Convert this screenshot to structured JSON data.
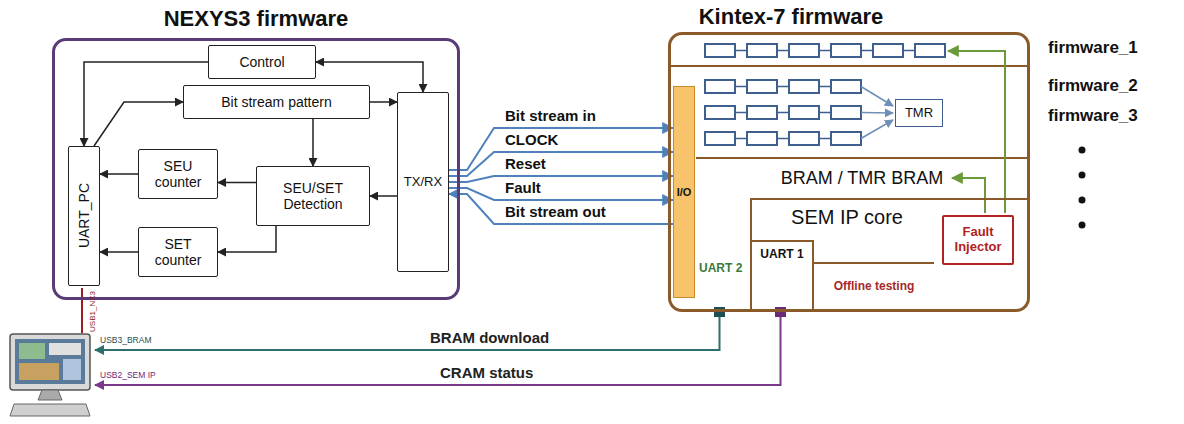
{
  "diagram": {
    "nodes": [
      {
        "text": [
          "NEXYS3 firmware"
        ]
      },
      {
        "text": [
          "Control"
        ],
        "in": 0
      },
      {
        "text": [
          "Bit stream pattern"
        ],
        "in": 0
      },
      {
        "text": [
          "UART_PC"
        ],
        "in": 0
      },
      {
        "text": [
          "SEU counter"
        ],
        "in": 0
      },
      {
        "text": [
          "SEU/SET Detection"
        ],
        "in": 0
      },
      {
        "text": [
          "SET counter"
        ],
        "in": 0
      },
      {
        "text": [
          "TX/RX"
        ],
        "in": 0
      },
      {
        "text": [
          "Kintex-7 firmware"
        ]
      },
      {
        "text": [
          "I/O"
        ],
        "in": 8
      },
      {
        "text": [
          "TMR"
        ],
        "in": 8
      },
      {
        "text": [
          "BRAM / TMR BRAM"
        ],
        "in": 8
      },
      {
        "text": [
          "SEM IP core"
        ],
        "in": 8
      },
      {
        "text": [
          "UART 1"
        ],
        "in": 12
      },
      {
        "text": [
          "Offline testing"
        ],
        "in": 12
      },
      {
        "text": [
          "Fault Injector"
        ],
        "in": 12
      }
    ],
    "edges": [
      {
        "from": 1,
        "to": 3,
        "arrow": "to"
      },
      {
        "from": 7,
        "to": 1,
        "arrow": "both"
      },
      {
        "from": 3,
        "to": 2,
        "arrow": "to"
      },
      {
        "from": 2,
        "to": 7,
        "arrow": "to"
      },
      {
        "from": 2,
        "to": 5,
        "arrow": "to"
      },
      {
        "from": 7,
        "to": 5,
        "arrow": "to"
      },
      {
        "from": 5,
        "to": 4,
        "arrow": "to"
      },
      {
        "from": 5,
        "to": 6,
        "arrow": "to"
      },
      {
        "from": 4,
        "to": 3,
        "arrow": "to"
      },
      {
        "from": 6,
        "to": 3,
        "arrow": "to"
      },
      {
        "from": 7,
        "to": 9,
        "label": "Bit stream in",
        "arrow": "to"
      },
      {
        "from": 7,
        "to": 9,
        "label": "CLOCK",
        "arrow": "to"
      },
      {
        "from": 7,
        "to": 9,
        "label": "Reset",
        "arrow": "to"
      },
      {
        "from": 7,
        "to": 9,
        "label": "Fault",
        "arrow": "to"
      },
      {
        "from": 9,
        "to": 7,
        "label": "Bit stream out",
        "arrow": "to"
      }
    ],
    "labels": [
      "UART 2",
      "BRAM download",
      "CRAM status",
      "USB1_NX3",
      "USB3_BRAM",
      "USB2_SEM IP",
      "firmware_1",
      "firmware_2",
      "firmware_3"
    ]
  }
}
